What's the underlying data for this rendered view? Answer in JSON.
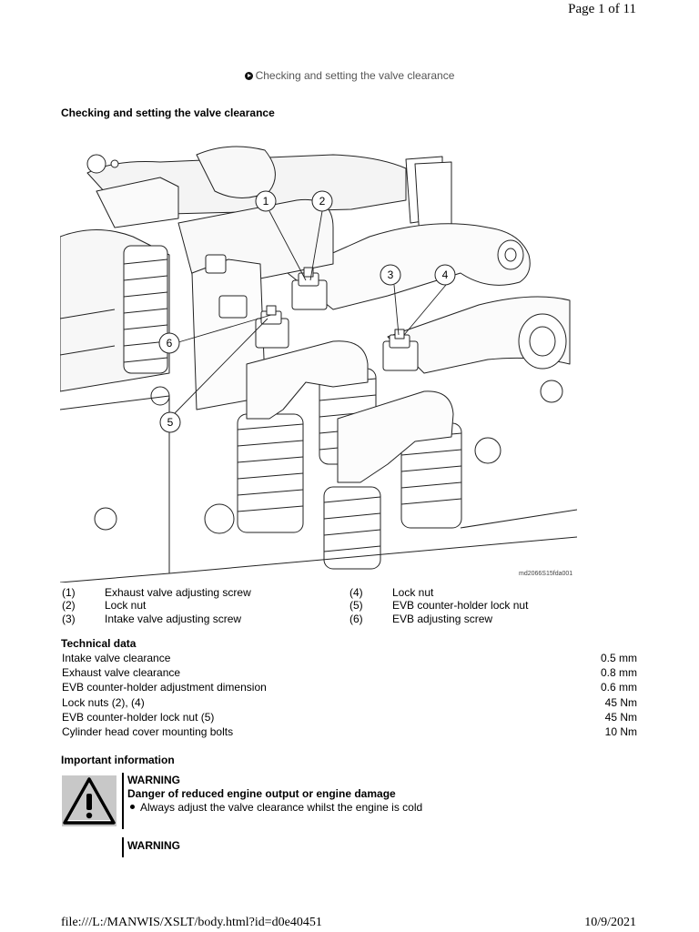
{
  "header": {
    "page_number": "Page 1 of 11"
  },
  "breadcrumb": {
    "icon": "arrow-circle-icon",
    "text": "Checking and setting the valve clearance"
  },
  "title": "Checking and setting the valve clearance",
  "figure": {
    "id": "md2066S15fda001",
    "callouts": [
      "1",
      "2",
      "3",
      "4",
      "5",
      "6"
    ]
  },
  "legend": [
    {
      "num": "(1)",
      "text": "Exhaust valve adjusting screw"
    },
    {
      "num": "(2)",
      "text": "Lock nut"
    },
    {
      "num": "(3)",
      "text": "Intake valve adjusting screw"
    },
    {
      "num": "(4)",
      "text": "Lock nut"
    },
    {
      "num": "(5)",
      "text": "EVB counter-holder lock nut"
    },
    {
      "num": "(6)",
      "text": "EVB adjusting screw"
    }
  ],
  "technical_data": {
    "title": "Technical data",
    "rows": [
      {
        "label": "Intake valve clearance",
        "value": "0.5 mm"
      },
      {
        "label": "Exhaust valve clearance",
        "value": "0.8 mm"
      },
      {
        "label": "EVB counter-holder adjustment dimension",
        "value": "0.6 mm"
      },
      {
        "label": "Lock nuts (2), (4)",
        "value": "45 Nm"
      },
      {
        "label": "EVB counter-holder lock nut (5)",
        "value": "45 Nm"
      },
      {
        "label": "Cylinder head cover mounting bolts",
        "value": "10 Nm"
      }
    ]
  },
  "important": {
    "title": "Important information",
    "warning1": {
      "heading": "WARNING",
      "subheading": "Danger of reduced engine output or engine damage",
      "bullet": "Always adjust the valve clearance whilst the engine is cold"
    },
    "warning2": {
      "heading": "WARNING"
    }
  },
  "footer": {
    "url": "file:///L:/MANWIS/XSLT/body.html?id=d0e40451",
    "date": "10/9/2021"
  }
}
